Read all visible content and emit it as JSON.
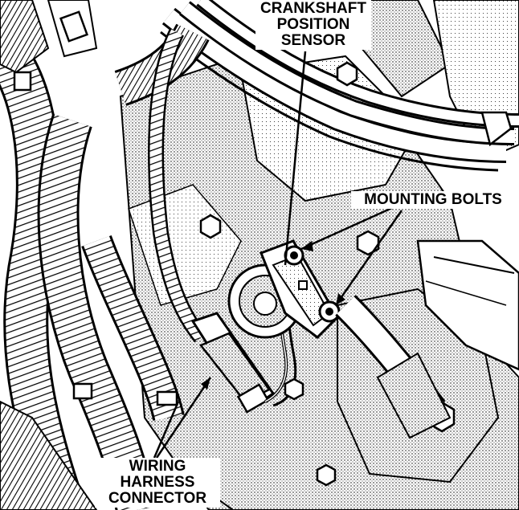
{
  "labels": {
    "crankshaft_sensor": [
      "CRANKSHAFT",
      "POSITION",
      "SENSOR"
    ],
    "mounting_bolts": "MOUNTING BOLTS",
    "wiring_connector": [
      "WIRING",
      "HARNESS",
      "CONNECTOR"
    ]
  },
  "colors": {
    "ink": "#000000",
    "paper": "#ffffff",
    "shade": "#bdbdbd"
  }
}
